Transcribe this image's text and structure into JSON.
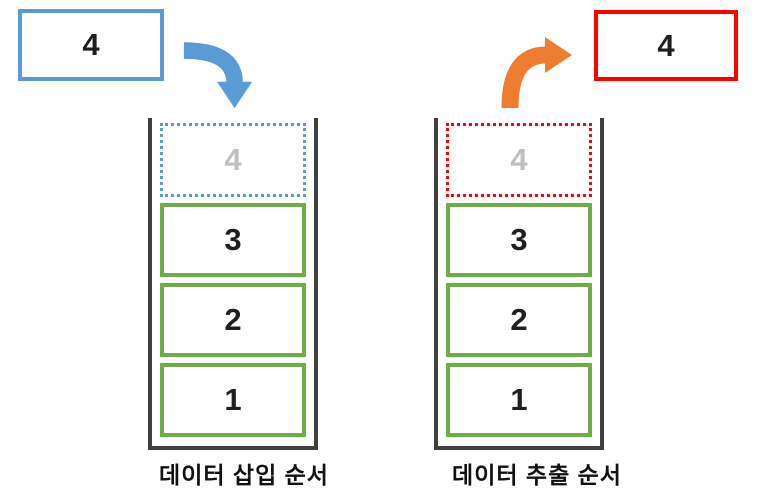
{
  "diagram": {
    "title": "stack-push-pop-order",
    "colors": {
      "blue": "#5B9BD5",
      "green": "#70AD47",
      "orange": "#ED7D31",
      "red": "#FF0000",
      "wall": "#3f3f3f",
      "ghost": "#BFBFBF",
      "text": "#1f1f1f"
    },
    "push": {
      "incoming_value": "4",
      "ghost_value": "4",
      "stack_items": [
        "3",
        "2",
        "1"
      ],
      "caption": "데이터 삽입 순서",
      "arrow": "curved-arrow-down"
    },
    "pop": {
      "outgoing_value": "4",
      "ghost_value": "4",
      "stack_items": [
        "3",
        "2",
        "1"
      ],
      "caption": "데이터 추출 순서",
      "arrow": "curved-arrow-up-right"
    }
  }
}
